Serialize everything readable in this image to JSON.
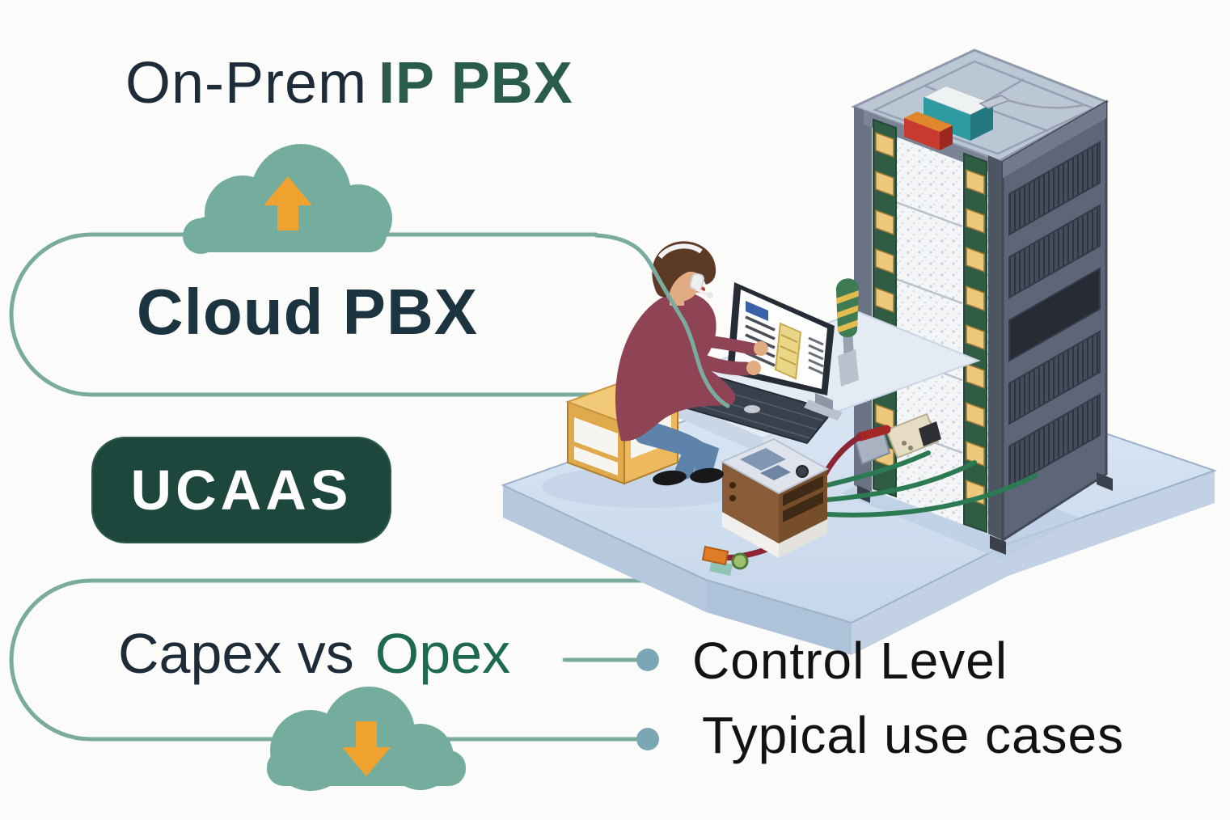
{
  "title": {
    "prefix": "On-Prem",
    "highlight": "IP PBX"
  },
  "sections": {
    "cloud_pbx_label": "Cloud PBX",
    "ucaas_badge": "UCAAS",
    "comparison": {
      "left": "Capex vs",
      "right": "Opex"
    },
    "bullets": [
      {
        "label": "Control Level"
      },
      {
        "label": "Typical use cases"
      }
    ]
  },
  "icons": [
    {
      "name": "cloud-upload-icon",
      "meaning": "move up to cloud",
      "color": "#74ad9e",
      "arrow_color": "#f0a22e"
    },
    {
      "name": "cloud-download-icon",
      "meaning": "download from cloud",
      "color": "#74ad9e",
      "arrow_color": "#f0a22e"
    }
  ],
  "illustration": {
    "elements": [
      "technician-with-headset",
      "desktop-monitor",
      "keyboard",
      "server-rack",
      "network-appliance",
      "patch-cables",
      "cable-connector"
    ]
  },
  "colors": {
    "background": "#fbfbfa",
    "accent_teal": "#74ad9e",
    "frame_teal": "#7aab9f",
    "arrow_orange": "#f0a22e",
    "dark_navy": "#1e2b39",
    "dark_teal": "#2a5c4e",
    "ucaas_bg": "#1d473c",
    "ucaas_text": "#ffffff",
    "opex_green": "#1d6a50",
    "bullet_blue": "#7ba7b5",
    "body_text": "#121212",
    "floor_blue": "#cfdeee",
    "cable_green": "#2c7a52",
    "cable_red": "#8d2534"
  }
}
